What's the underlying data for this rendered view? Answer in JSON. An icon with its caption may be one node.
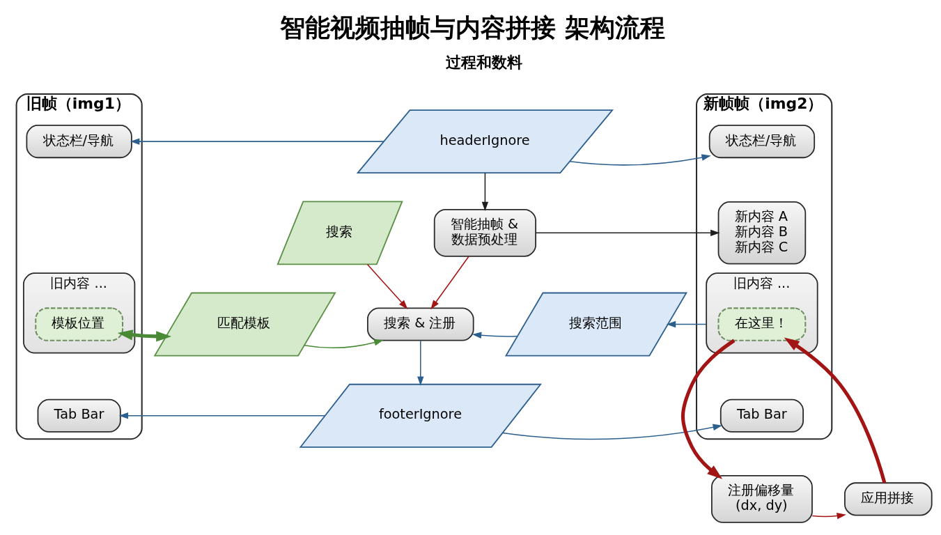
{
  "diagram": {
    "title": "智能视频抽帧与内容拼接 架构流程",
    "nodes": [
      {
        "text": [
          "旧帧（img1）"
        ]
      },
      {
        "text": [
          "状态栏/导航"
        ],
        "in": 0
      },
      {
        "text": [
          "旧内容 ..."
        ],
        "in": 0
      },
      {
        "text": [
          "模板位置"
        ],
        "in": 2
      },
      {
        "text": [
          "Tab Bar"
        ],
        "in": 0
      },
      {
        "text": [
          "headerIgnore"
        ]
      },
      {
        "text": [
          "智能抽帧 & 数据预处理"
        ]
      },
      {
        "text": [
          "搜索"
        ]
      },
      {
        "text": [
          "匹配模板"
        ]
      },
      {
        "text": [
          "搜索 & 注册"
        ]
      },
      {
        "text": [
          "搜索范围"
        ]
      },
      {
        "text": [
          "footerIgnore"
        ]
      },
      {
        "text": [
          "新帧帧（img2）"
        ]
      },
      {
        "text": [
          "状态栏/导航"
        ],
        "in": 12
      },
      {
        "text": [
          "新内容 A",
          "新内容 B",
          "新内容 C"
        ],
        "in": 12
      },
      {
        "text": [
          "旧内容 ..."
        ],
        "in": 12
      },
      {
        "text": [
          "在这里！"
        ],
        "in": 15
      },
      {
        "text": [
          "Tab Bar"
        ],
        "in": 12
      },
      {
        "text": [
          "注册偏移量 (dx, dy)"
        ]
      },
      {
        "text": [
          "应用拼接"
        ]
      }
    ],
    "edges": [
      {
        "from": 5,
        "to": 1,
        "arrow": "to"
      },
      {
        "from": 5,
        "to": 13,
        "arrow": "to"
      },
      {
        "from": 5,
        "to": 6,
        "arrow": "to",
        "color": "#1f1f1f"
      },
      {
        "from": 6,
        "to": 14,
        "arrow": "to",
        "color": "#1f1f1f"
      },
      {
        "from": 6,
        "to": 9,
        "arrow": "to",
        "color": "#a31515"
      },
      {
        "from": 7,
        "to": 9,
        "arrow": "to",
        "color": "#a31515"
      },
      {
        "from": 3,
        "to": 8,
        "arrow": "both",
        "style": "thick",
        "color": "#4a8a36"
      },
      {
        "from": 8,
        "to": 9,
        "arrow": "to",
        "color": "#4a8a36"
      },
      {
        "from": 10,
        "to": 9,
        "arrow": "to"
      },
      {
        "from": 15,
        "to": 10,
        "arrow": "to"
      },
      {
        "from": 9,
        "to": 11,
        "arrow": "to"
      },
      {
        "from": 11,
        "to": 4,
        "arrow": "to"
      },
      {
        "from": 11,
        "to": 17,
        "arrow": "to"
      },
      {
        "from": 16,
        "to": 18,
        "arrow": "to",
        "style": "thick",
        "color": "#a31515"
      },
      {
        "from": 18,
        "to": 19,
        "arrow": "to",
        "color": "#a31515"
      },
      {
        "from": 19,
        "to": 16,
        "arrow": "to",
        "style": "thick",
        "color": "#a31515"
      }
    ],
    "labels": [
      "过程和数料"
    ]
  }
}
